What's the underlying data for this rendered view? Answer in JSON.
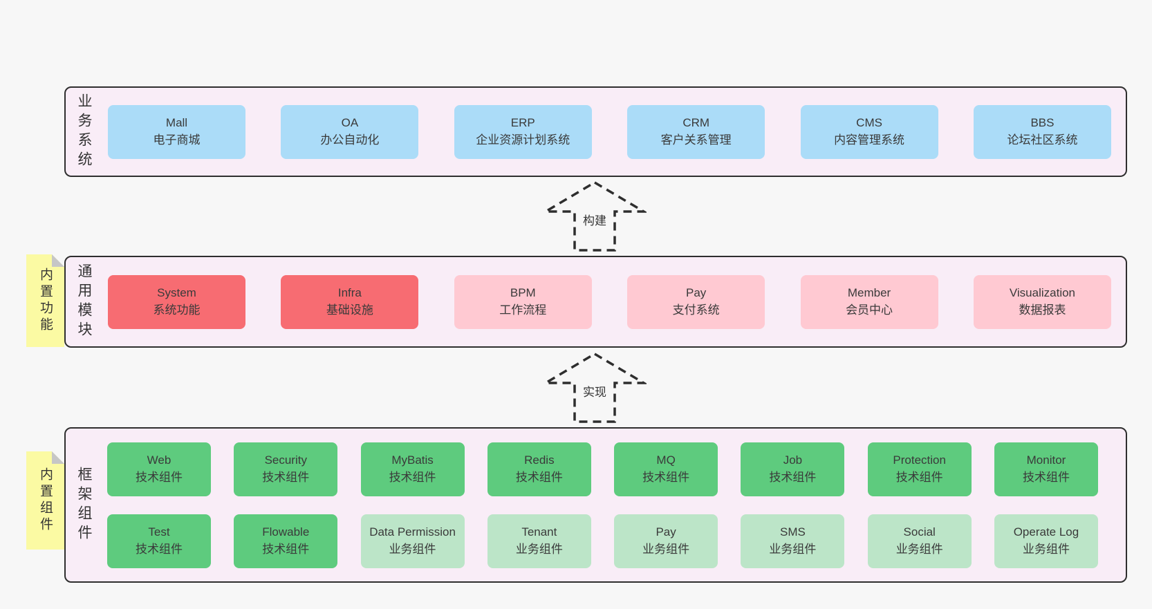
{
  "colors": {
    "page_bg": "#f7f7f7",
    "band_bg": "#f9edf7",
    "band_border": "#2e2e2e",
    "node_blue": "#abdcf8",
    "node_red": "#f76c72",
    "node_pink": "#ffc9d2",
    "node_green": "#5ecb7e",
    "node_green_light": "#bce5c8",
    "note_yellow": "#fbfaa3",
    "text": "#3a3a3a"
  },
  "arrows": {
    "build_label": "构建",
    "implement_label": "实现"
  },
  "band_business": {
    "label": "业务系统",
    "boxes": [
      {
        "title": "Mall",
        "subtitle": "电子商城"
      },
      {
        "title": "OA",
        "subtitle": "办公自动化"
      },
      {
        "title": "ERP",
        "subtitle": "企业资源计划系统"
      },
      {
        "title": "CRM",
        "subtitle": "客户关系管理"
      },
      {
        "title": "CMS",
        "subtitle": "内容管理系统"
      },
      {
        "title": "BBS",
        "subtitle": "论坛社区系统"
      }
    ]
  },
  "band_modules": {
    "label": "通用模块",
    "note": "内置功能",
    "boxes": [
      {
        "title": "System",
        "subtitle": "系统功能"
      },
      {
        "title": "Infra",
        "subtitle": "基础设施"
      },
      {
        "title": "BPM",
        "subtitle": "工作流程"
      },
      {
        "title": "Pay",
        "subtitle": "支付系统"
      },
      {
        "title": "Member",
        "subtitle": "会员中心"
      },
      {
        "title": "Visualization",
        "subtitle": "数据报表"
      }
    ]
  },
  "band_framework": {
    "label": "框架组件",
    "note": "内置组件",
    "row1": [
      {
        "title": "Web",
        "subtitle": "技术组件"
      },
      {
        "title": "Security",
        "subtitle": "技术组件"
      },
      {
        "title": "MyBatis",
        "subtitle": "技术组件"
      },
      {
        "title": "Redis",
        "subtitle": "技术组件"
      },
      {
        "title": "MQ",
        "subtitle": "技术组件"
      },
      {
        "title": "Job",
        "subtitle": "技术组件"
      },
      {
        "title": "Protection",
        "subtitle": "技术组件"
      },
      {
        "title": "Monitor",
        "subtitle": "技术组件"
      }
    ],
    "row2": [
      {
        "title": "Test",
        "subtitle": "技术组件"
      },
      {
        "title": "Flowable",
        "subtitle": "技术组件"
      },
      {
        "title": "Data Permission",
        "subtitle": "业务组件"
      },
      {
        "title": "Tenant",
        "subtitle": "业务组件"
      },
      {
        "title": "Pay",
        "subtitle": "业务组件"
      },
      {
        "title": "SMS",
        "subtitle": "业务组件"
      },
      {
        "title": "Social",
        "subtitle": "业务组件"
      },
      {
        "title": "Operate Log",
        "subtitle": "业务组件"
      }
    ]
  }
}
